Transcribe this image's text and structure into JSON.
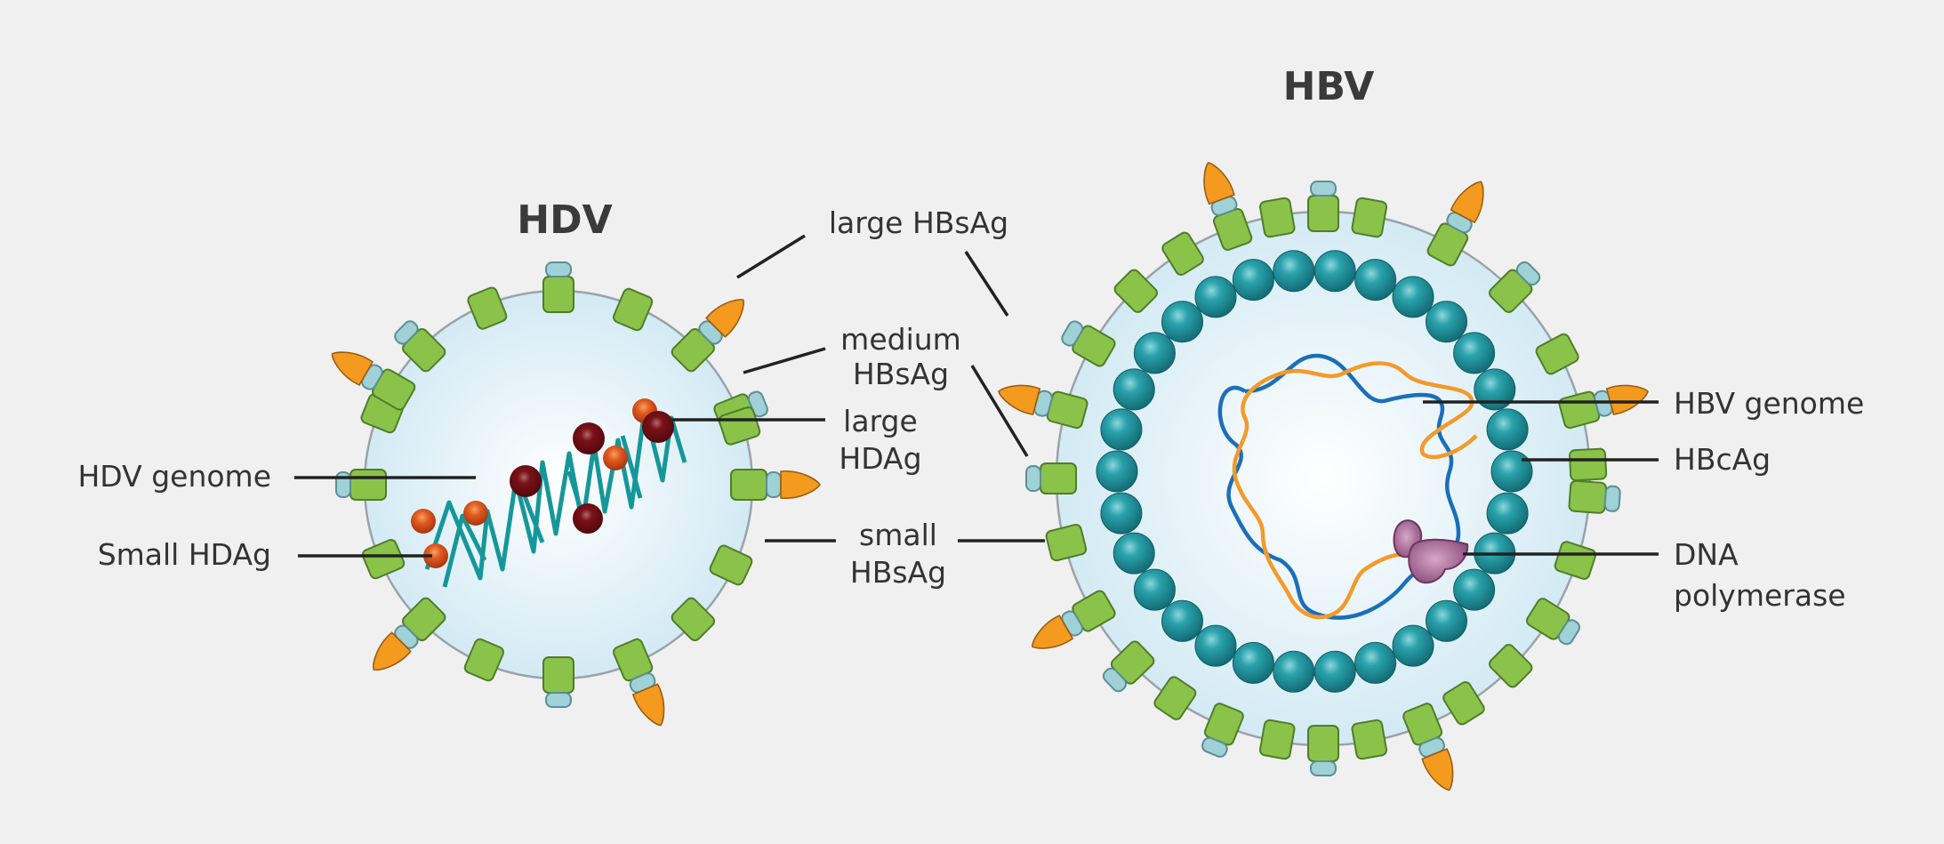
{
  "figure": {
    "hdv": {
      "title": "HDV",
      "labels": {
        "genome": "HDV genome",
        "small_hdag": "Small HDAg"
      }
    },
    "hbv": {
      "title": "HBV",
      "labels": {
        "genome": "HBV genome",
        "hbcag": "HBcAg",
        "dna_polymerase_line1": "DNA",
        "dna_polymerase_line2": "polymerase"
      }
    },
    "shared_labels": {
      "large_hbsag": "large HBsAg",
      "medium_hbsag_line1": "medium",
      "medium_hbsag_line2": "HBsAg",
      "large_hdag_line1": "large",
      "large_hdag_line2": "HDAg",
      "small_hbsag_line1": "small",
      "small_hbsag_line2": "HBsAg"
    },
    "colors": {
      "background": "#f0f0f0",
      "envelope_fill": "#dbeef6",
      "small_hbsag": "#8bc34a",
      "medium_hbsag_segment": "#9fd1d6",
      "large_hbsag_segment": "#f39a1f",
      "hbcag_capsid": "#1f8f99",
      "hdv_genome": "#15979a",
      "hbv_genome_strand1": "#1b6fb8",
      "hbv_genome_strand2": "#f39a2a",
      "small_hdag": "#d2501c",
      "large_hdag": "#6b0d12",
      "dna_polymerase": "#a0608f"
    }
  }
}
